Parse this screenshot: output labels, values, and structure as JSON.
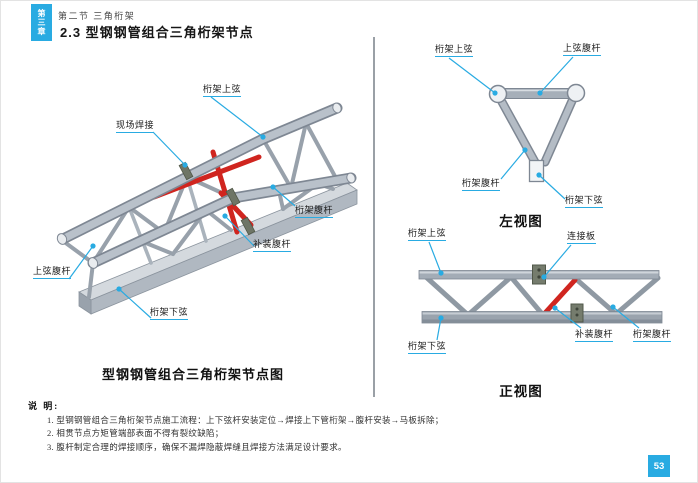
{
  "header": {
    "chapter": "第三章",
    "section": "第二节 三角桁架",
    "title": "2.3 型钢钢管组合三角桁架节点"
  },
  "figure3d": {
    "caption": "型钢钢管组合三角桁架节点图",
    "labels": {
      "top_chord": "桁架上弦",
      "field_weld": "现场焊接",
      "web": "桁架腹杆",
      "added_web": "补装腹杆",
      "upper_web": "上弦腹杆",
      "bottom_chord": "桁架下弦"
    }
  },
  "left_view": {
    "caption": "左视图",
    "labels": {
      "top_chord": "桁架上弦",
      "upper_web": "上弦腹杆",
      "web": "桁架腹杆",
      "bottom_chord": "桁架下弦"
    }
  },
  "front_view": {
    "caption": "正视图",
    "labels": {
      "top_chord": "桁架上弦",
      "plate": "连接板",
      "bottom_chord": "桁架下弦",
      "added_web": "补装腹杆",
      "web": "桁架腹杆"
    }
  },
  "notes": {
    "heading": "说 明:",
    "items": [
      "1. 型钢钢管组合三角桁架节点施工流程：上下弦杆安装定位→焊接上下管桁架→腹杆安装→马板拆除；",
      "2. 相贯节点方矩管端部表面不得有裂纹缺陷；",
      "3. 腹杆制定合理的焊接顺序，确保不漏焊隐蔽焊缝且焊接方法满足设计要求。"
    ]
  },
  "page": {
    "number": "53"
  },
  "colors": {
    "accent": "#29abe2",
    "member_red": "#d0251f",
    "steel_light": "#b9c1ca",
    "steel_dark": "#7e8793",
    "plate": "#6e7566"
  }
}
